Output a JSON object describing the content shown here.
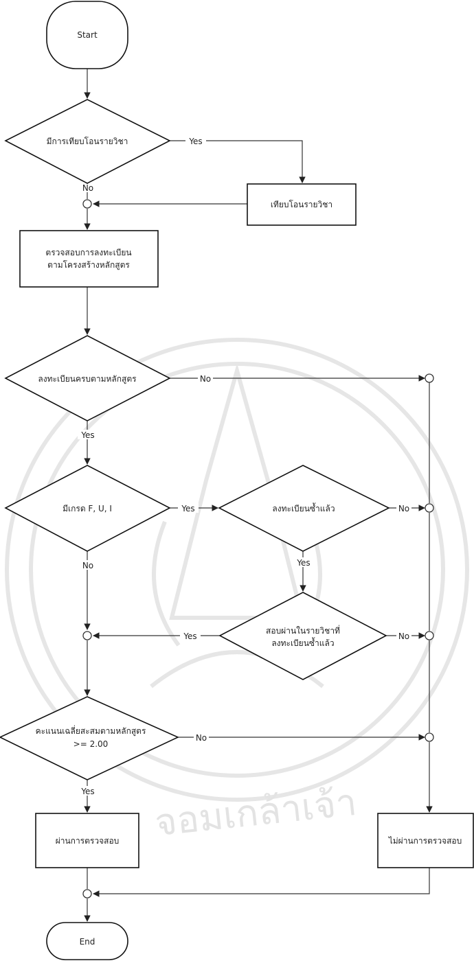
{
  "nodes": {
    "start": "Start",
    "decision_transfer": "มีการเทียบโอนรายวิชา",
    "transfer_courses": "เทียบโอนรายวิชา",
    "check_registration_1": "ตรวจสอบการลงทะเบียน",
    "check_registration_2": "ตามโครงสร้างหลักสูตร",
    "decision_complete": "ลงทะเบียนครบตามหลักสูตร",
    "decision_grade": "มีเกรด F, U, I",
    "decision_reregistered": "ลงทะเบียนซ้ำแล้ว",
    "decision_passed_1": "สอบผ่านในรายวิชาที่",
    "decision_passed_2": "ลงทะเบียนซ้ำแล้ว",
    "decision_gpa_1": "คะแนนเฉลี่ยสะสมตามหลักสูตร",
    "decision_gpa_2": ">= 2.00",
    "pass": "ผ่านการตรวจสอบ",
    "fail": "ไม่ผ่านการตรวจสอบ",
    "end": "End"
  },
  "edges": {
    "yes": "Yes",
    "no": "No"
  },
  "watermark": {
    "text": "จอมเกล้าเจ้า",
    "color": "#e3e3e3"
  }
}
